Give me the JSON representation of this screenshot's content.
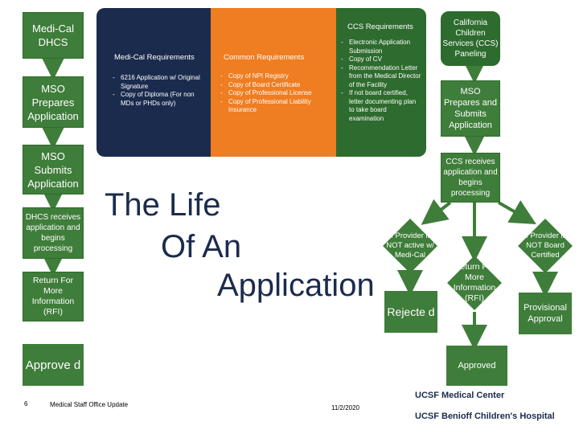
{
  "left_flow": {
    "medi_cal": "Medi-Cal DHCS",
    "mso_prepares": "MSO Prepares Application",
    "mso_submits": "MSO Submits Application",
    "dhcs_receives": "DHCS receives application and begins processing",
    "return_rfi": "Return For More Information (RFI)",
    "approved": "Approve d"
  },
  "requirements": {
    "medi_cal_heading": "Medi-Cal Requirements",
    "medi_cal_items": [
      "6216 Application w/ Original Signature",
      "Copy of Diploma (For non MDs or PHDs only)"
    ],
    "common_heading": "Common Requirements",
    "common_items": [
      "Copy of NPI Registry",
      "Copy of Board Certificate",
      "Copy of Professional License",
      "Copy of Professional Liability Insurance"
    ],
    "ccs_heading": "CCS Requirements",
    "ccs_items": [
      "Electronic Application Submission",
      "Copy of CV",
      "Recommendation Letter from the Medical Director of the Facility",
      "If not board certified, letter documenting plan to take board examination"
    ]
  },
  "title": {
    "line1": "The Life",
    "line2": "Of An",
    "line3": "Application"
  },
  "right_flow": {
    "ccs_paneling": "California Children Services (CCS) Paneling",
    "mso_prepares_submits": "MSO Prepares and Submits Application",
    "ccs_receives": "CCS receives application and begins processing",
    "not_active": "If Provider is NOT active w/ Medi-Cal",
    "rejected": "Rejecte d",
    "return_rfi": "Return For More Information (RFI)",
    "not_board": "If Provider is NOT Board Certified",
    "provisional": "Provisional Approval",
    "approved": "Approved"
  },
  "footer": {
    "page_number": "6",
    "office": "Medical Staff Office Update",
    "date": "11/2/2020",
    "logo_medical_center": "UCSF Medical Center",
    "logo_childrens": "UCSF Benioff Children's Hospital"
  },
  "colors": {
    "green": "#3f7d3a",
    "navy": "#1b2b4d",
    "orange": "#ef7d22",
    "dark_green_panel": "#2e6b2e"
  }
}
